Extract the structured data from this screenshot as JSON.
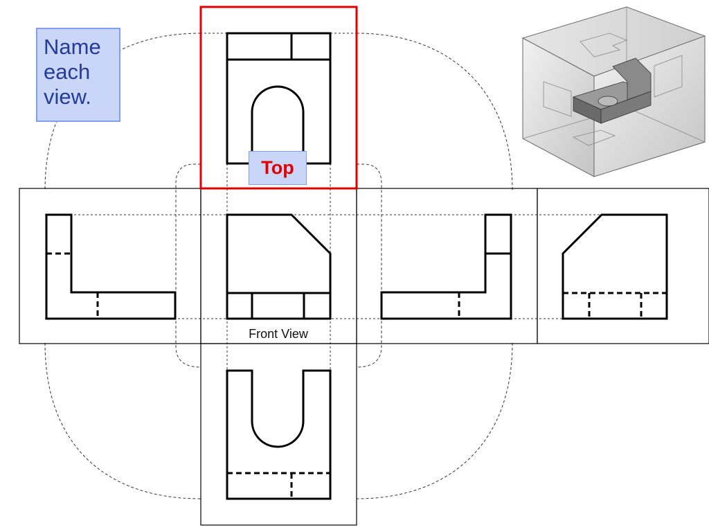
{
  "prompt": {
    "lines": [
      "Name",
      "each",
      "view."
    ]
  },
  "labels": {
    "top": "Top",
    "front": "Front View"
  },
  "views": {
    "top": {
      "highlighted": true
    },
    "front": {
      "highlighted": false
    },
    "left_side": {
      "highlighted": false
    },
    "right_side": {
      "highlighted": false
    },
    "rear": {
      "highlighted": false
    },
    "bottom": {
      "highlighted": false
    }
  },
  "colors": {
    "highlight": "#e00000",
    "label_fill": "#c9d6f8",
    "label_border": "#7f9ff2",
    "prompt_text": "#233b9a",
    "line": "#000000"
  },
  "icons": {
    "reference_model": "glass-box-3d-icon"
  }
}
